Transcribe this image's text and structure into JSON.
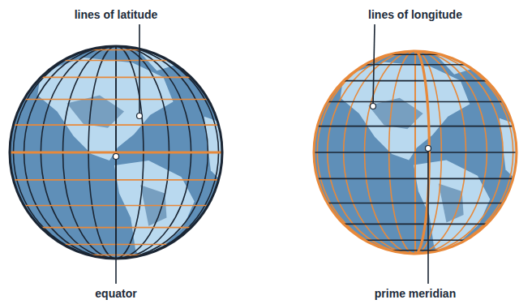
{
  "diagram": {
    "labels": [
      "lines of latitude",
      "equator",
      "lines of longitude",
      "prime meridian"
    ]
  }
}
